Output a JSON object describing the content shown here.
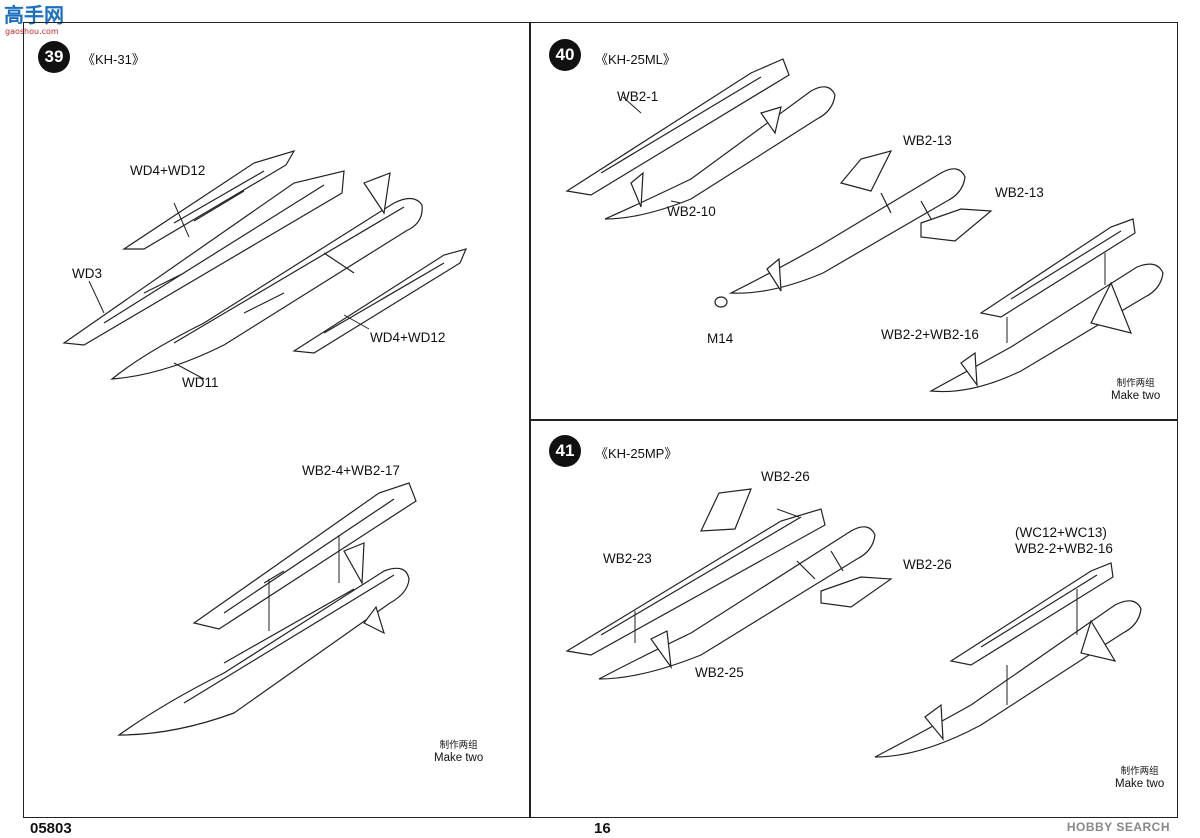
{
  "logo": {
    "text": "高手网",
    "url_text": "gaoshou.com"
  },
  "panels": {
    "p39": {
      "number": "39",
      "title": "《KH-31》",
      "labels": {
        "wd4_top": "WD4+WD12",
        "wd3": "WD3",
        "wd11": "WD11",
        "wd4_right": "WD4+WD12",
        "wb24": "WB2-4+WB2-17"
      },
      "make_two": {
        "cn": "制作两组",
        "en": "Make two"
      }
    },
    "p40": {
      "number": "40",
      "title": "《KH-25ML》",
      "labels": {
        "wb21": "WB2-1",
        "wb210": "WB2-10",
        "wb213a": "WB2-13",
        "wb213b": "WB2-13",
        "m14": "M14",
        "wb22": "WB2-2+WB2-16"
      },
      "make_two": {
        "cn": "制作两组",
        "en": "Make two"
      }
    },
    "p41": {
      "number": "41",
      "title": "《KH-25MP》",
      "labels": {
        "wb226a": "WB2-26",
        "wb223": "WB2-23",
        "wb226b": "WB2-26",
        "wb225": "WB2-25",
        "wc12": "(WC12+WC13)",
        "wb22": "WB2-2+WB2-16"
      },
      "make_two": {
        "cn": "制作两组",
        "en": "Make two"
      }
    }
  },
  "footer": {
    "code": "05803",
    "page": "16"
  },
  "watermark": "HOBBY SEARCH"
}
